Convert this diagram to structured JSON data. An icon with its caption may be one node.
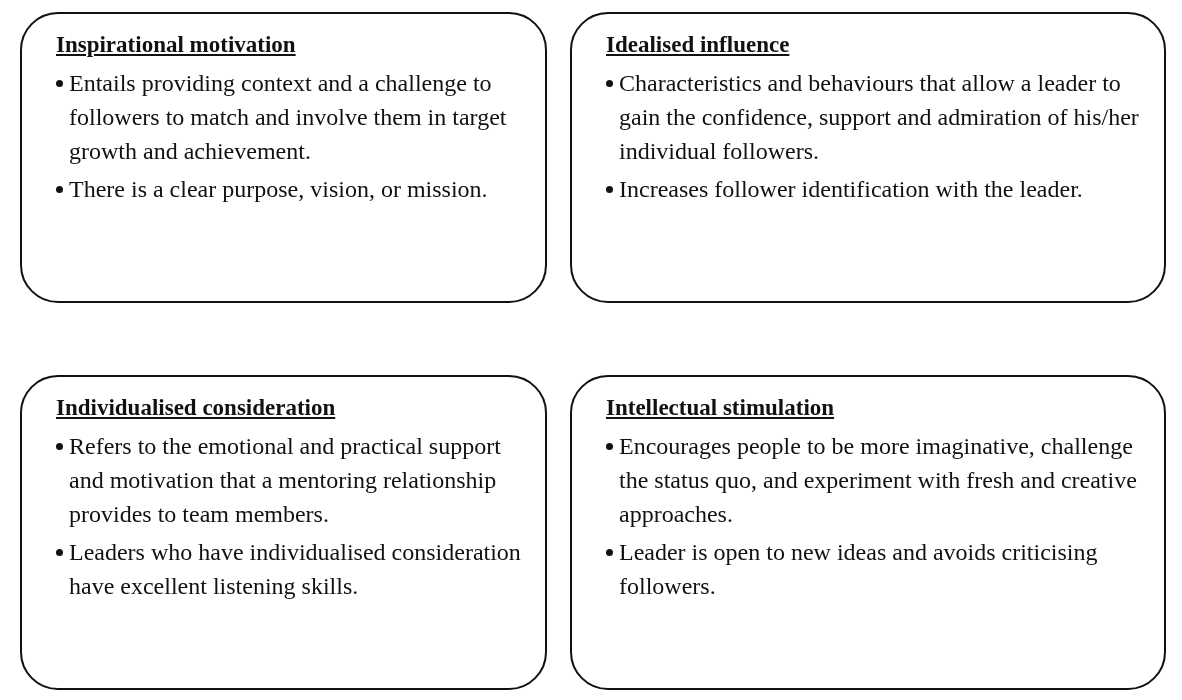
{
  "diagram": {
    "nodes": [
      {
        "text": [
          "Inspirational motivation",
          "Entails providing context and a challenge to followers to match and involve them in target growth and achievement.",
          "There is a clear purpose, vision, or mission."
        ]
      },
      {
        "text": [
          "Idealised influence",
          "Characteristics and behaviours that allow a leader to gain the confidence, support and admiration of his/her individual followers.",
          "Increases follower identification with the leader."
        ]
      },
      {
        "text": [
          "Individualised consideration",
          "Refers to the emotional and practical support and motivation that a mentoring relationship provides to team members.",
          "Leaders who have individualised consideration have excellent listening skills."
        ]
      },
      {
        "text": [
          "Intellectual stimulation",
          "Encourages people to be more imaginative, challenge the status quo, and experiment with fresh and creative approaches.",
          "Leader is open to new ideas and avoids criticising followers."
        ]
      }
    ],
    "edges": []
  }
}
